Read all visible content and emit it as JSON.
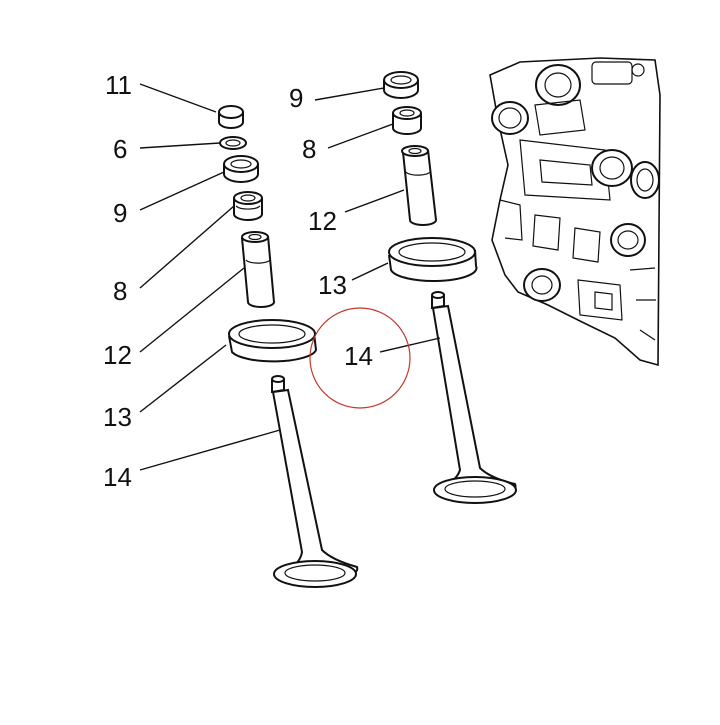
{
  "labels": {
    "left_11": "11",
    "left_6": "6",
    "left_9": "9",
    "left_8": "8",
    "left_12": "12",
    "left_13": "13",
    "left_14": "14",
    "right_9": "9",
    "right_8": "8",
    "right_12": "12",
    "right_13": "13",
    "right_14": "14"
  },
  "colors": {
    "line": "#111111",
    "highlight_circle": "#c0392b",
    "background": "#ffffff"
  }
}
